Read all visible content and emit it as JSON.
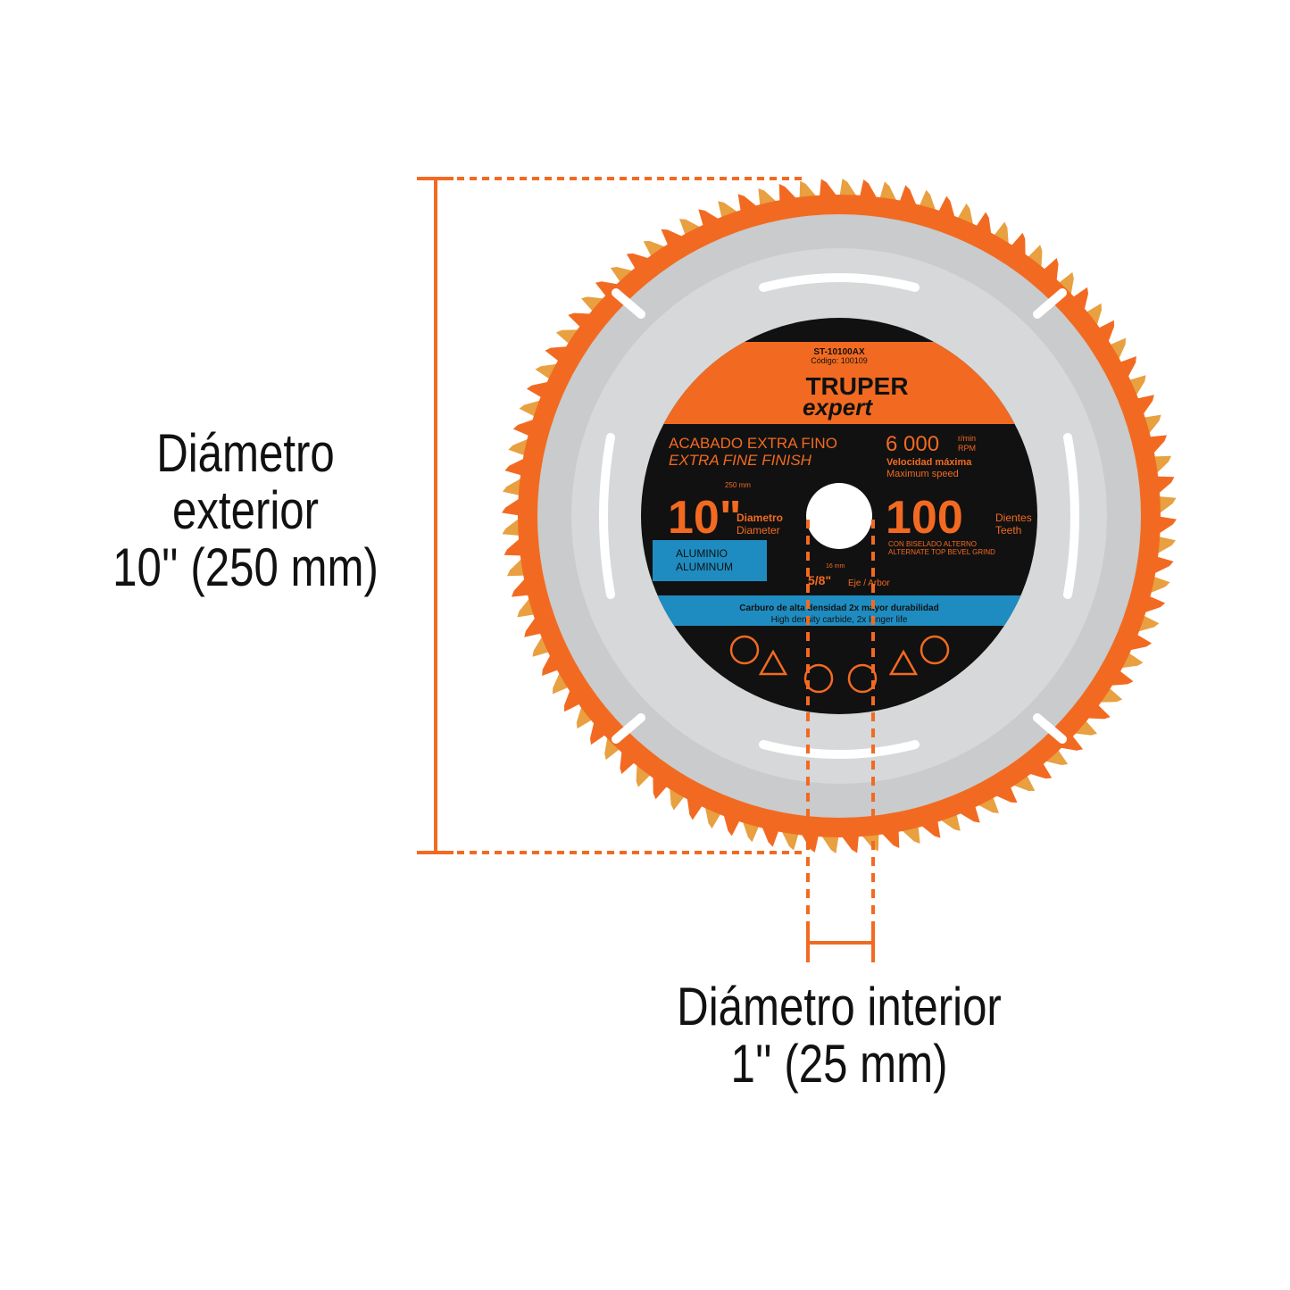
{
  "outer_label": {
    "line1": "Diámetro",
    "line2": "exterior",
    "line3": "10'' (250 mm)"
  },
  "inner_label": {
    "line1": "Diámetro interior",
    "line2": "1'' (25 mm)"
  },
  "blade": {
    "model": "ST-10100AX",
    "code": "Código: 100109",
    "brand": "TRUPER",
    "brand_sub": "expert",
    "finish_es": "ACABADO EXTRA FINO",
    "finish_en": "EXTRA FINE FINISH",
    "rpm_value": "6 000",
    "rpm_unit1": "r/min",
    "rpm_unit2": "RPM",
    "speed_es": "Velocidad máxima",
    "speed_en": "Maximum speed",
    "diameter_mm": "250 mm",
    "diameter_in": "10\"",
    "diameter_es": "Diametro",
    "diameter_en": "Diameter",
    "teeth_value": "100",
    "teeth_es": "Dientes",
    "teeth_en": "Teeth",
    "bevel_es": "CON BISELADO ALTERNO",
    "bevel_en": "ALTERNATE TOP BEVEL GRIND",
    "material_es": "ALUMINIO",
    "material_en": "ALUMINUM",
    "arbor_mm": "16 mm",
    "arbor_in": "5/8\"",
    "arbor_label": "Eje / Arbor",
    "carbide_es": "Carburo de alta densidad 2x mayor durabilidad",
    "carbide_en": "High density carbide, 2x longer life",
    "teeth_count": 100
  },
  "colors": {
    "accent": "#F26A21",
    "label_black": "#111111",
    "blue": "#1E8CC0",
    "steel": "#C9CBCC"
  }
}
